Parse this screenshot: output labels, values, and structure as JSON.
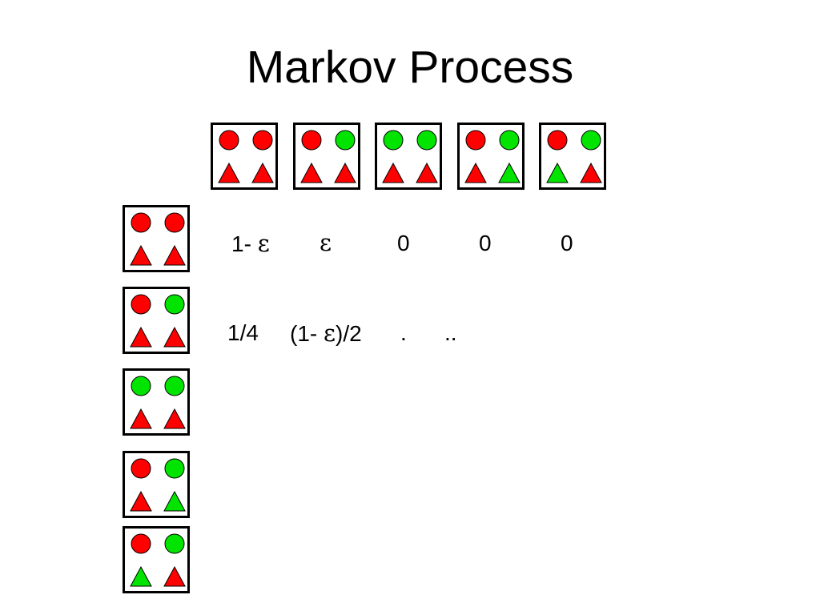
{
  "slide": {
    "title": "Markov Process"
  },
  "colors": {
    "red": "#ff0000",
    "green": "#00e400",
    "outline": "#000000"
  },
  "icon_names": {
    "circle": "circle-icon",
    "triangle": "triangle-icon"
  },
  "states": [
    {
      "id": "s1",
      "circles": [
        "red",
        "red"
      ],
      "triangles": [
        "red",
        "red"
      ]
    },
    {
      "id": "s2",
      "circles": [
        "red",
        "green"
      ],
      "triangles": [
        "red",
        "red"
      ]
    },
    {
      "id": "s3",
      "circles": [
        "green",
        "green"
      ],
      "triangles": [
        "red",
        "red"
      ]
    },
    {
      "id": "s4",
      "circles": [
        "red",
        "green"
      ],
      "triangles": [
        "red",
        "green"
      ]
    },
    {
      "id": "s5",
      "circles": [
        "red",
        "green"
      ],
      "triangles": [
        "green",
        "red"
      ]
    }
  ],
  "matrix": {
    "row1": {
      "c1_prefix": "1- ",
      "c1_eps": "ε",
      "c2_eps": "ε",
      "c3": "0",
      "c4": "0",
      "c5": "0"
    },
    "row2": {
      "c1": "1/4",
      "c2_prefix": "(1- ",
      "c2_eps": "ε",
      "c2_suffix": ")/2",
      "c3": ".",
      "c4": ".."
    }
  }
}
